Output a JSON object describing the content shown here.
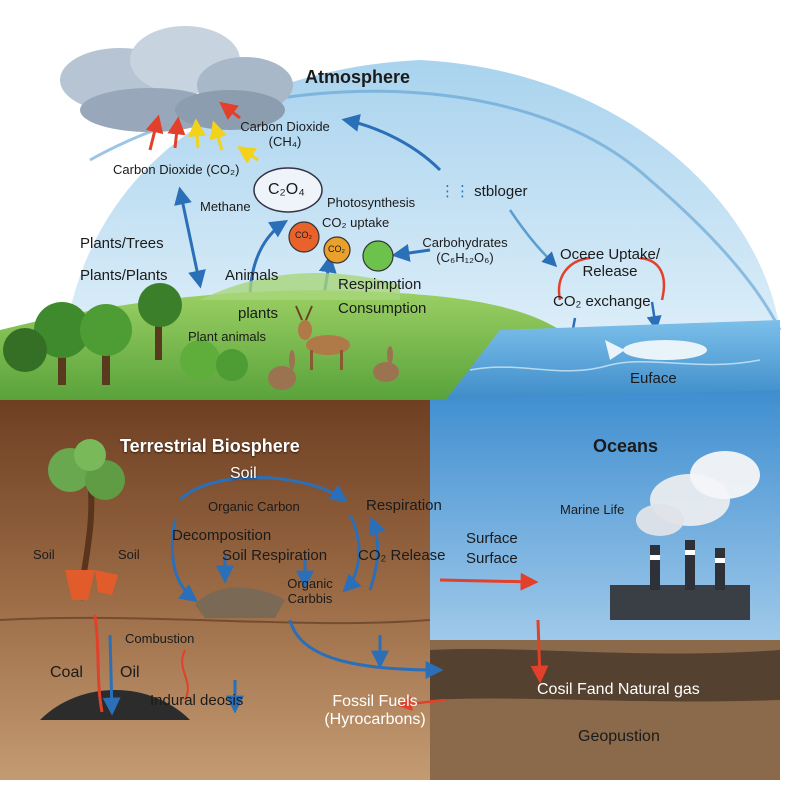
{
  "labels": {
    "atmosphere": "Atmosphere",
    "carbon_dioxide_ch4_line1": "Carbon Dioxide",
    "carbon_dioxide_ch4_line2": "(CH₄)",
    "carbon_dioxide_co2": "Carbon Dioxide (CO₂)",
    "c2o4_bubble": "C₂O₄",
    "methane": "Methane",
    "photosynthesis": "Photosynthesis",
    "co2_uptake": "CO₂ uptake",
    "co2_flask": "CO₂",
    "co2_flask2": "CO₂",
    "carbohydrates_line1": "Carbohydrates",
    "carbohydrates_line2": "(C₆H₁₂O₆)",
    "stbloger": "stbloger",
    "ocean_uptake_line1": "Oceee Uptake/",
    "ocean_uptake_line2": "Release",
    "co2_exchange": "CO₂ exchange",
    "plants_trees": "Plants/Trees",
    "plants_plants": "Plants/Plants",
    "animals": "Animals",
    "respimption": "Respimption",
    "consumption": "Consumption",
    "plants": "plants",
    "plant_animals": "Plant animals",
    "euface": "Euface",
    "terrestrial_biosphere": "Terrestrial Biosphere",
    "soil_top": "Soil",
    "organic_carbon": "Organic Carbon",
    "respiration": "Respiration",
    "decomposition": "Decomposition",
    "soil_respiration": "Soil Respiration",
    "co2_release": "CO₂ Release",
    "soil_left": "Soil",
    "soil_right": "Soil",
    "organic_carbis_line1": "Organic",
    "organic_carbis_line2": "Carbbis",
    "oceans": "Oceans",
    "marine_life": "Marine Life",
    "surface1": "Surface",
    "surface2": "Surface",
    "combustion": "Combustion",
    "coal": "Coal",
    "oil": "Oil",
    "indural_deosis": "Indural deosis",
    "fossil_fuels_line1": "Fossil Fuels",
    "fossil_fuels_line2": "(Hyrocarbons)",
    "cosil_natural_gas": "Cosil Fand Natural gas",
    "geopustion": "Geopustion"
  },
  "colors": {
    "sky": "#cfe6f4",
    "soil": "#7a4a2c",
    "ocean": "#2f7fc1",
    "grass": "#5aa53c",
    "arrow_blue": "#2a6fb8",
    "arrow_red": "#e2402a",
    "arrow_yellow": "#f2d21a"
  }
}
